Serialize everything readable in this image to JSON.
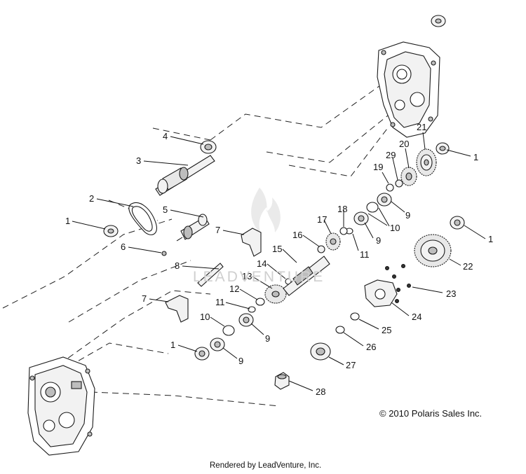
{
  "watermark": {
    "text": "LEADVENTURE",
    "icon": "flame-icon"
  },
  "copyright": "© 2010 Polaris Sales Inc.",
  "rendered_by": "Rendered by LeadVenture, Inc.",
  "callouts": [
    "1",
    "2",
    "3",
    "4",
    "5",
    "6",
    "7",
    "8",
    "9",
    "10",
    "11",
    "12",
    "13",
    "14",
    "15",
    "16",
    "17",
    "18",
    "19",
    "20",
    "21",
    "22",
    "23",
    "24",
    "25",
    "26",
    "27",
    "28",
    "29"
  ]
}
